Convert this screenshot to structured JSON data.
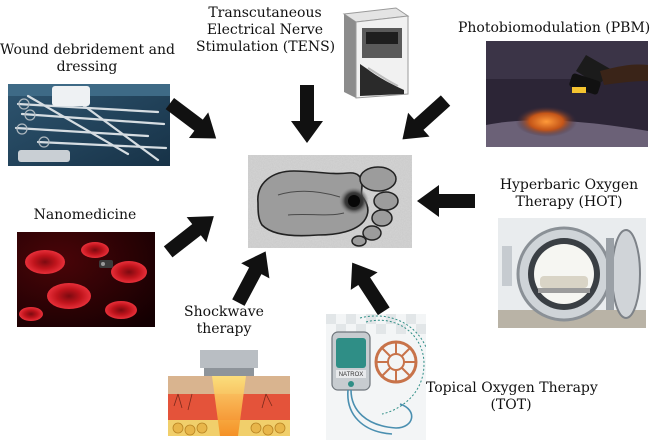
{
  "center": {
    "image": "foot-ulcer-icon"
  },
  "therapies": {
    "wound": {
      "line1": "Wound debridement and",
      "line2": "dressing",
      "image": "surgical-instruments-icon"
    },
    "tens": {
      "line1": "Transcutaneous",
      "line2": "Electrical Nerve",
      "line3": "Stimulation (TENS)",
      "image": "tens-device-icon"
    },
    "pbm": {
      "line1": "Photobiomodulation (PBM)",
      "image": "light-therapy-icon"
    },
    "hot": {
      "line1": "Hyperbaric Oxygen",
      "line2": "Therapy (HOT)",
      "image": "hyperbaric-chamber-icon"
    },
    "nano": {
      "line1": "Nanomedicine",
      "image": "red-blood-cells-icon"
    },
    "shock": {
      "line1": "Shockwave",
      "line2": "therapy",
      "image": "shockwave-applicator-icon"
    },
    "tot": {
      "line1": "Topical Oxygen Therapy",
      "line2": "(TOT)",
      "device_text": "NATROX",
      "image": "topical-oxygen-device-icon"
    }
  },
  "colors": {
    "arrow": "#111111",
    "blood": "#c0141c",
    "pbm_glow": "#e4762a",
    "tot_ring": "#c8734a",
    "tot_device": "#2f8e86"
  }
}
